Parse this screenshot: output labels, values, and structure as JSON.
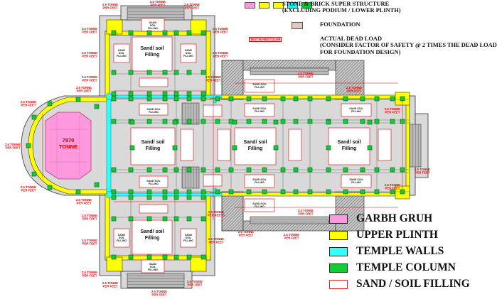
{
  "top_legend": {
    "superstructure_label": "STONE & BRICK SUPER STRUCTURE\n(EXCLUDING PODIUM / LOWER PLINTH)",
    "superstructure_colors": [
      "#ff99dd",
      "#ffff00",
      "#ffff00",
      "#00ffff",
      "#00cc33"
    ],
    "foundation_label": "FOUNDATION",
    "foundation_color": "#e0c8c0",
    "red_text_tag": "TEXT IN RED COLOR",
    "dead_load_label": "ACTUAL DEAD LOAD\n(CONSIDER FACTOR OF SAFETY @ 2 TIMES THE DEAD LOAD\nFOR FOUNDATION DESIGN)"
  },
  "main_legend": [
    {
      "label": "GARBH GRUH",
      "color": "#ff99dd"
    },
    {
      "label": "UPPER PLINTH",
      "color": "#ffff00"
    },
    {
      "label": "TEMPLE WALLS",
      "color": "#33ffff"
    },
    {
      "label": "TEMPLE COLUMN",
      "color": "#11cc33"
    },
    {
      "label": "SAND / SOIL FILLING",
      "color": "#ffffff"
    }
  ],
  "plan": {
    "garbh_gruh_load": "7870\nTONNE",
    "big_fill_label": "Sand/ soil\nFilling",
    "small_fill_label": "SAND SOIL\nFILLING",
    "tiny_fill_label": "SAND\nSOIL\nFILLING",
    "load_label": "2.5 TONNE\nPER FEET",
    "load_label_alt": "2.5 TONNE\nPER FEETS"
  }
}
